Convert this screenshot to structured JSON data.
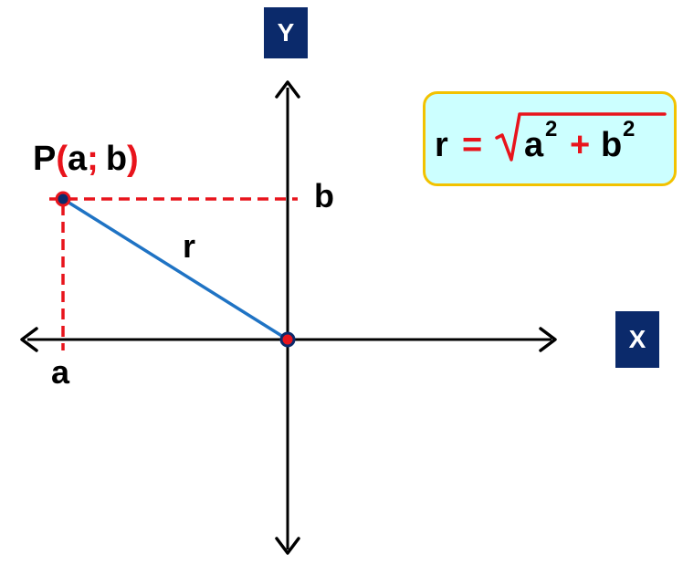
{
  "axes": {
    "x_label": "X",
    "y_label": "Y"
  },
  "point": {
    "name": "P",
    "open_paren": "(",
    "coord_a": "a",
    "separator": ";",
    "coord_b": "b",
    "close_paren": ")"
  },
  "labels": {
    "a": "a",
    "b": "b",
    "r": "r"
  },
  "formula": {
    "lhs": "r",
    "equals": "=",
    "radical": "√",
    "term1": "a",
    "exp1": "2",
    "plus": "+",
    "term2": "b",
    "exp2": "2"
  },
  "colors": {
    "axis": "#000000",
    "dashed": "#e8141c",
    "segment": "#1f73c4",
    "point_fill": "#0b2a6b",
    "point_ring": "#e8141c",
    "box": "#0b2a6b",
    "formula_border": "#f2c200",
    "formula_bg": "#ccffff"
  }
}
